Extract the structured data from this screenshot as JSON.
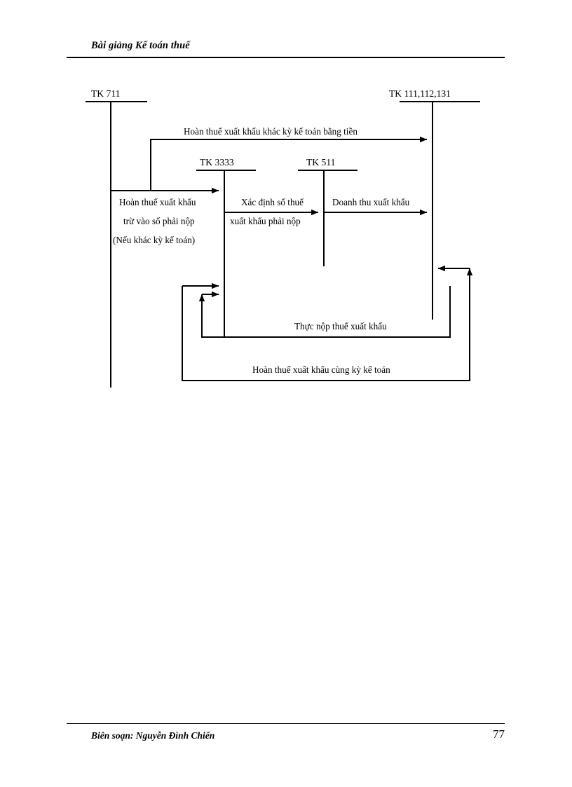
{
  "document": {
    "header_title": "Bài giảng Kế toán thuế",
    "footer_author": "Biên soạn: Nguyễn Đình Chiến",
    "page_number": "77"
  },
  "diagram": {
    "type": "t-account-flow",
    "accounts": {
      "tk711": "TK 711",
      "tk3333": "TK 3333",
      "tk511": "TK 511",
      "tk111": "TK 111,112,131"
    },
    "flows": {
      "refund_other_period_cash": "Hoàn thuế xuất khẩu khác kỳ kế toán bằng tiền",
      "deduct_line1": "Hoàn thuế xuất khẩu",
      "deduct_line2": "trừ vào số phải nộp",
      "deduct_line3": "(Nếu khác kỳ kế toán)",
      "determine_line1": "Xác định số thuế",
      "determine_line2": "xuất khẩu phải nộp",
      "revenue": "Doanh thu xuất khẩu",
      "actual_payment": "Thực nộp thuế xuất khẩu",
      "refund_same_period": "Hoàn thuế xuất khẩu cùng kỳ kế toán"
    },
    "colors": {
      "line": "#000000",
      "text": "#000000",
      "background": "#ffffff"
    }
  }
}
